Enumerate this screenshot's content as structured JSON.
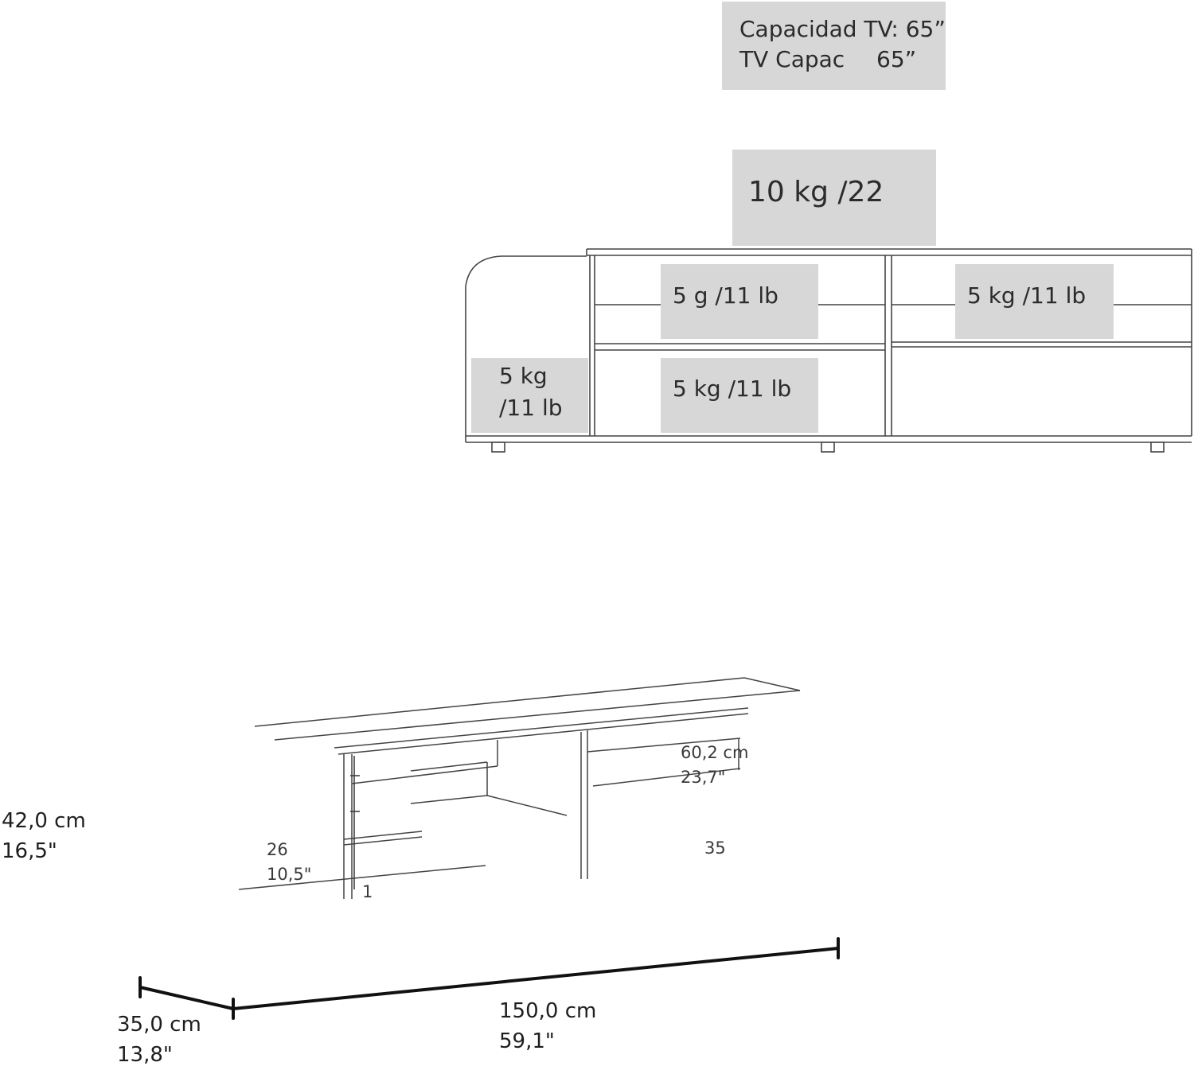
{
  "tv_capacity": {
    "line1": "Capacidad TV: 65”",
    "line2_label": "TV Capac",
    "line2_value": "65”"
  },
  "top_load": "10 kg /22",
  "shelf_loads": {
    "upper_middle": "5  g /11 lb",
    "upper_right": "5 kg /11 lb",
    "lower_left_line1": "5 kg",
    "lower_left_line2": "/11 lb",
    "lower_middle": "5 kg /11 lb"
  },
  "dimensions": {
    "height_cm": "42,0 cm",
    "height_in": "16,5\"",
    "depth_cm": "35,0 cm",
    "depth_in": "13,8\"",
    "width_cm": "150,0 cm",
    "width_in": "59,1\"",
    "right_compartment_cm": "60,2 cm",
    "right_compartment_in": "23,7\"",
    "left_compartment_cm": "26",
    "left_compartment_in": "10,5\"",
    "partial_right_cm": "35",
    "partial_small": "1"
  },
  "colors": {
    "label_box": "#d7d7d7",
    "line": "#2b2b2b",
    "text": "#2b2b2b"
  }
}
